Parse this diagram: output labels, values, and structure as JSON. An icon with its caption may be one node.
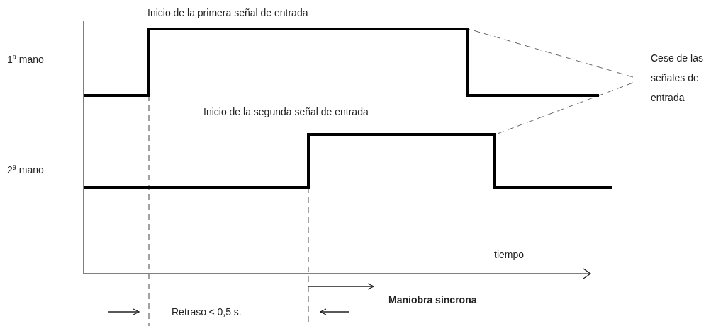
{
  "diagram": {
    "nodes": [
      {
        "text": [
          "Cese de las señales de entrada"
        ]
      },
      {
        "text": [],
        "shape": "line"
      },
      {
        "text": [],
        "shape": "line"
      }
    ],
    "edges": [
      {
        "from": 0,
        "to": 1,
        "arrow": "none",
        "style": "dashed"
      },
      {
        "from": 0,
        "to": 2,
        "arrow": "none",
        "style": "dashed"
      }
    ],
    "labels": [
      "Inicio de la primera señal de entrada",
      "1ª mano",
      "Inicio de la segunda señal de entrada",
      "2ª mano",
      "tiempo",
      "Maniobra síncrona",
      "Retraso ≤ 0,5 s."
    ]
  }
}
